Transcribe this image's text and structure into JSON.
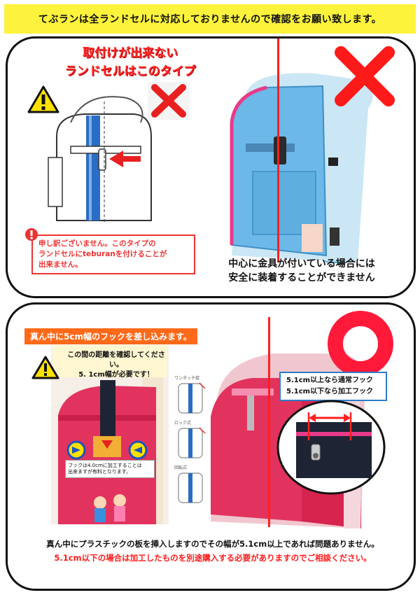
{
  "header": {
    "text": "てぶランは全ランドセルに対応しておりませんので確認をお願い致します。"
  },
  "top_panel": {
    "title_line1": "取付けが出来ない",
    "title_line2": "ランドセルはこのタイプ",
    "apology_lines": [
      "申し訳ございません。このタイプの",
      "ランドセルにteburanを付けることが",
      "出来ません。"
    ],
    "caption_lines": [
      "中心に金具が付いている場合には",
      "安全に装着することができません"
    ]
  },
  "bottom_panel": {
    "orange_label": "真ん中に5cm幅のフックを差し込みます。",
    "check_lines": [
      "この間の距離を確認してください。",
      "5. 1cm幅が必要です！"
    ],
    "hook_note_lines": [
      "フックは4.0cmに加工することは",
      "出来ますが有料となります。"
    ],
    "thumb_labels": [
      "ワンタッチ錠",
      "ロック式",
      "回転式"
    ],
    "info_lines": [
      "5.1cm以上なら通常フック",
      "5.1cm以下なら加工フック"
    ],
    "bottom_line1": "真ん中にプラスチックの板を挿入しますのでその幅が5.1cm以上であれば問題ありません。",
    "bottom_line2": "5.1cm以下の場合は加工したものを別途購入する必要がありますのでご相談ください。"
  },
  "colors": {
    "banner": "#fdf33c",
    "alert_red": "#ff2a2a",
    "orange": "#ff6a1a",
    "info_blue": "#2f7cc9",
    "bag_blue": "#6cb8e8",
    "bag_red": "#e93a6a"
  }
}
